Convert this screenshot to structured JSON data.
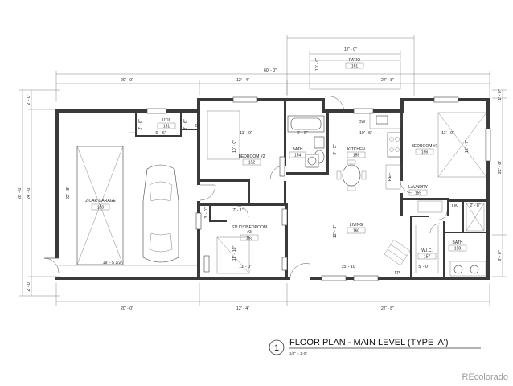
{
  "rooms": {
    "garage": {
      "name": "2-CAR GARAGE",
      "num": "150",
      "dim_w": "19' - 5 1/2\"",
      "dim_h": "22' - 8\""
    },
    "util": {
      "name": "UTIL",
      "num": "151",
      "dim_w": "6' - 6\"",
      "dim_h": "2' - 6\""
    },
    "cl": {
      "name": "CL",
      "dim_h": "2' - 6\""
    },
    "bedroom2": {
      "name": "BEDROOM #2",
      "num": "152",
      "dim_w": "11' - 0\"",
      "dim_h": "10' - 0\""
    },
    "bath154": {
      "name": "BATH",
      "num": "154",
      "dim_w": "5' - 0\""
    },
    "study": {
      "name": "STUDY/BEDROOM",
      "num": "#3",
      "num2": "153",
      "dim_w": "11' - 0\"",
      "dim_w_top": "7' - 1\"",
      "dim_h": "11' - 10\"",
      "dim_h2": "3' - 0\""
    },
    "kitchen": {
      "name": "KITCHEN",
      "num": "155",
      "dim_w": "10' - 5\"",
      "dim_h": "9' - 5\""
    },
    "dw": {
      "name": "DW"
    },
    "ref": {
      "name": "REF"
    },
    "living": {
      "name": "LIVING",
      "num": "160",
      "dim_w": "15' - 10\"",
      "dim_h": "12' - 3\""
    },
    "fp": {
      "name": "FP"
    },
    "bedroom1": {
      "name": "BEDROOM #1",
      "num": "156",
      "dim_w": "11' - 0\"",
      "dim_h": "12' - 7\""
    },
    "laundry": {
      "name": "LAUNDRY",
      "num": "159"
    },
    "wic": {
      "name": "W.I.C.",
      "num": "157",
      "dim_w": "5' - 0\""
    },
    "bath158": {
      "name": "BATH",
      "num": "158",
      "dim_w": "2' - 8\""
    },
    "lin": {
      "name": "LIN"
    },
    "patio": {
      "name": "PATIO",
      "num": "161",
      "dim_w": "17' - 0\"",
      "dim_h": "10' - 0\""
    }
  },
  "dimensions": {
    "overall_top": "60' - 0\"",
    "patio_w": "17' - 0\"",
    "top_left": "20' - 0\"",
    "top_mid": "12' - 4\"",
    "top_right": "27' - 8\"",
    "bottom_left": "20' - 0\"",
    "bottom_mid": "12' - 4\"",
    "bottom_right": "27' - 8\"",
    "left_overall": "26' - 0\"",
    "left_inner": "24' - 0\"",
    "left_top": "2' - 0\"",
    "left_bottom": "2' - 0\"",
    "right_total": "22' - 8\"",
    "right_top": "1' - 0\"",
    "right_bottom": "6' - 0\""
  },
  "title_block": {
    "number": "1",
    "title": "FLOOR PLAN - MAIN LEVEL (TYPE 'A')",
    "scale": "1/4\" = 1'-0\""
  },
  "watermark": "REcolorado"
}
